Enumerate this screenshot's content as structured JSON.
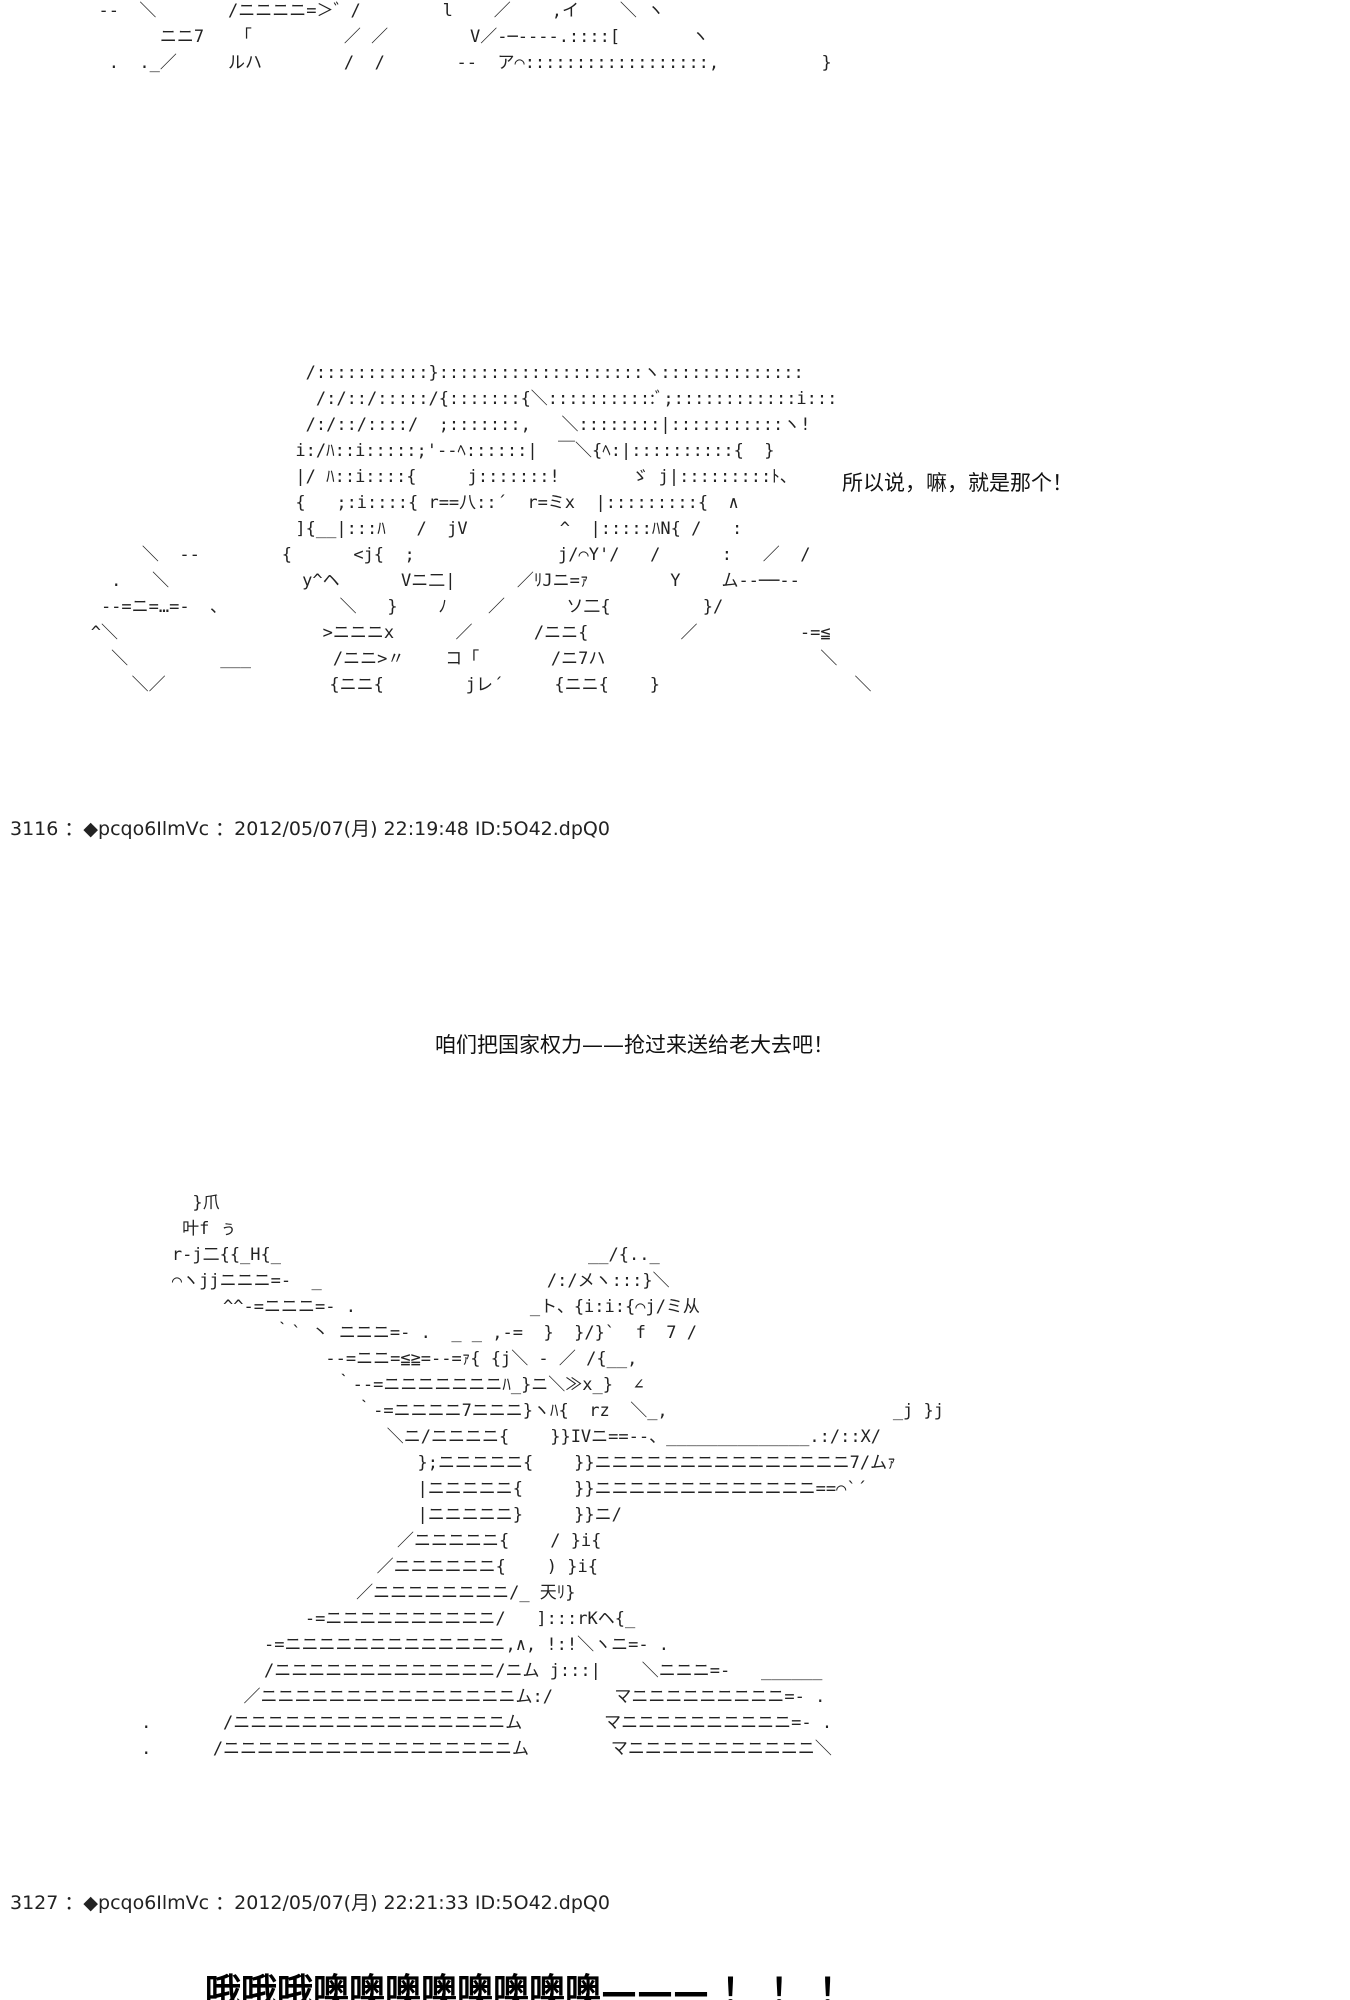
{
  "art_block_1": [
    "  -‐  ＼       /ニニニニ=＞゛/        l    ／    ,イ    ＼ ヽ",
    "        ニニ7   「         ／ ／        V／‐─‐‐‐‐.::::[       ヽ",
    "   .  ._／     ルハ        /  /       --  ア⌒::::::::::::::::::,          }"
  ],
  "art_block_2": [
    "                        /:::::::::::}::::::::::::::::::::ヽ::::::::::::::",
    "                         /:/::/:::::/{:::::::{＼:::::::::::ﾞ;::::::::::::i:::",
    "                        /:/::/::::/  ;:::::::,   ＼::::::::|:::::::::::ヽ!",
    "                       i:/ﾊ::i:::::;'‐‐ﾍ::::::|  ￣＼{ﾍ:|::::::::::{  }",
    "                       |/ ﾊ::i::::{     j:::::::!       ゞ j|:::::::::ﾄ、",
    "                       {   ;:i::::{ r==八::´  r=ミx  |:::::::::{  ∧",
    "                       ]{__|:::ﾊ   /  jV         ^  |:::::ﾊN{ /   :",
    "        ＼  --        {      <j{  ;              j/⌒Y'/   /      :   ／  /",
    "     .   ＼             y^ヘ      Vニ二|      ／ﾘJニ=ｧ        Y    ム‐‐──‐‐",
    "    ‐‐=ニ=…=-  、           ＼   }    ﾉ    ／      ソ二{         }/",
    "   ^＼                    >ニニニx      ／      /ニニ{         ／          ‐=≦",
    "     ＼         ___        /ニニ>〃    コ「       /ニ7ハ                     ＼",
    "       ＼／                {ニニ{        jレ´     {ニニ{    }                   ＼"
  ],
  "dialogue_1": "所以说，嘛，就是那个！",
  "post_1": "3116 ：◆pcqo6IlmVc ：2012/05/07(月) 22:19:48 ID:5O42.dpQ0",
  "dialogue_2": "咱们把国家权力——抢过来送给老大去吧！",
  "art_block_3": [
    "          }爪",
    "         叶f ぅ",
    "        r‐j二{{_H{_                              __/{.._",
    "        ⌒ヽjjニニニ=‐  _                      /:/メヽ:::}＼",
    "             ^^‐=ニニニ=‐ .                 _ト、{i:i:{⌒j/ミ从",
    "                  ｀` 丶 ニニニ=‐ .  _ _ ,‐=  }  }/}`  f  7 /",
    "                       ‐‐=ニニ=≦≧=‐‐=ｧ{ {j＼ ‐ ／ /{__,",
    "                        ｀‐‐=ニニニニニニニﾊ_}ニ＼≫x_}  ∠",
    "                          ｀‐=ニニニニ7ニニニ}ヽﾊ{  rz  ＼_,                      _j }j",
    "                             ＼ニ/ニニニニ{    }}IVニ==‐‐、______________.:/::X/",
    "                                };ニニニニニ{    }}ニニニニニニニニニニニニニニニ7/ムｧ",
    "                                |ニニニニニ{     }}ニニニニニニニニニニニニニ==⌒`´",
    "                                |ニニニニニ}     }}ニ/",
    "                              ／ニニニニニ{    / }i{",
    "                            ／ニニニニニニ{    ) }i{",
    "                          ／ニニニニニニニニ/_ 天ﾘ}",
    "                     ‐=ニニニニニニニニニニ/   ]:::rKヘ{_",
    "                 ‐=ニニニニニニニニニニニニニ,∧, !:!＼ヽニ=‐ .",
    "                 /ニニニニニニニニニニニニニ/ニム j:::|    ＼ニニニ=‐   ______",
    "               ／ニニニニニニニニニニニニニニニム:/      マニニニニニニニニニ=‐ .",
    "     .       /ニニニニニニニニニニニニニニニニム        マニニニニニニニニニニ=‐ .",
    "     .      /ニニニニニニニニニニニニニニニニニム        マニニニニニニニニニニニ＼"
  ],
  "post_2": "3127 ：◆pcqo6IlmVc ：2012/05/07(月) 22:21:33 ID:5O42.dpQ0",
  "shout": "哦哦哦噢噢噢噢噢噢噢噢——— ！ ！ ！"
}
